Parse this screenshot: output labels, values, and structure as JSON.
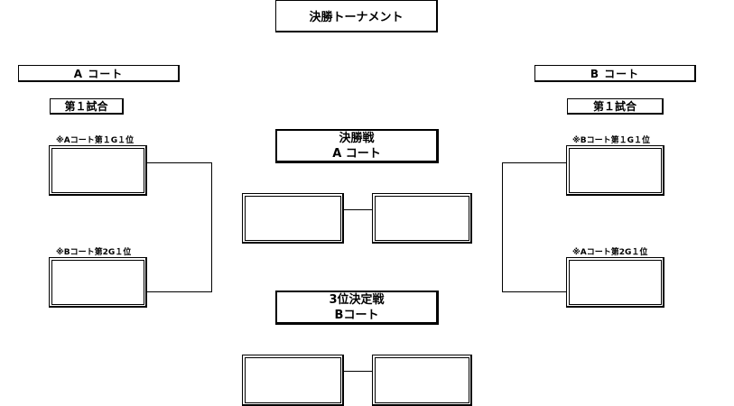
{
  "title": "決勝トーナメント",
  "left": {
    "court_label": "A コート",
    "match_label": "第１試合",
    "seed_top": "※Aコート第１G１位",
    "seed_bottom": "※Bコート第2G１位"
  },
  "right": {
    "court_label": "B コート",
    "match_label": "第１試合",
    "seed_top": "※Bコート第１G１位",
    "seed_bottom": "※Aコート第2G１位"
  },
  "final": {
    "line1": "決勝戦",
    "line2": "A コート"
  },
  "third_place": {
    "line1": "3位決定戦",
    "line2": "Bコート"
  }
}
